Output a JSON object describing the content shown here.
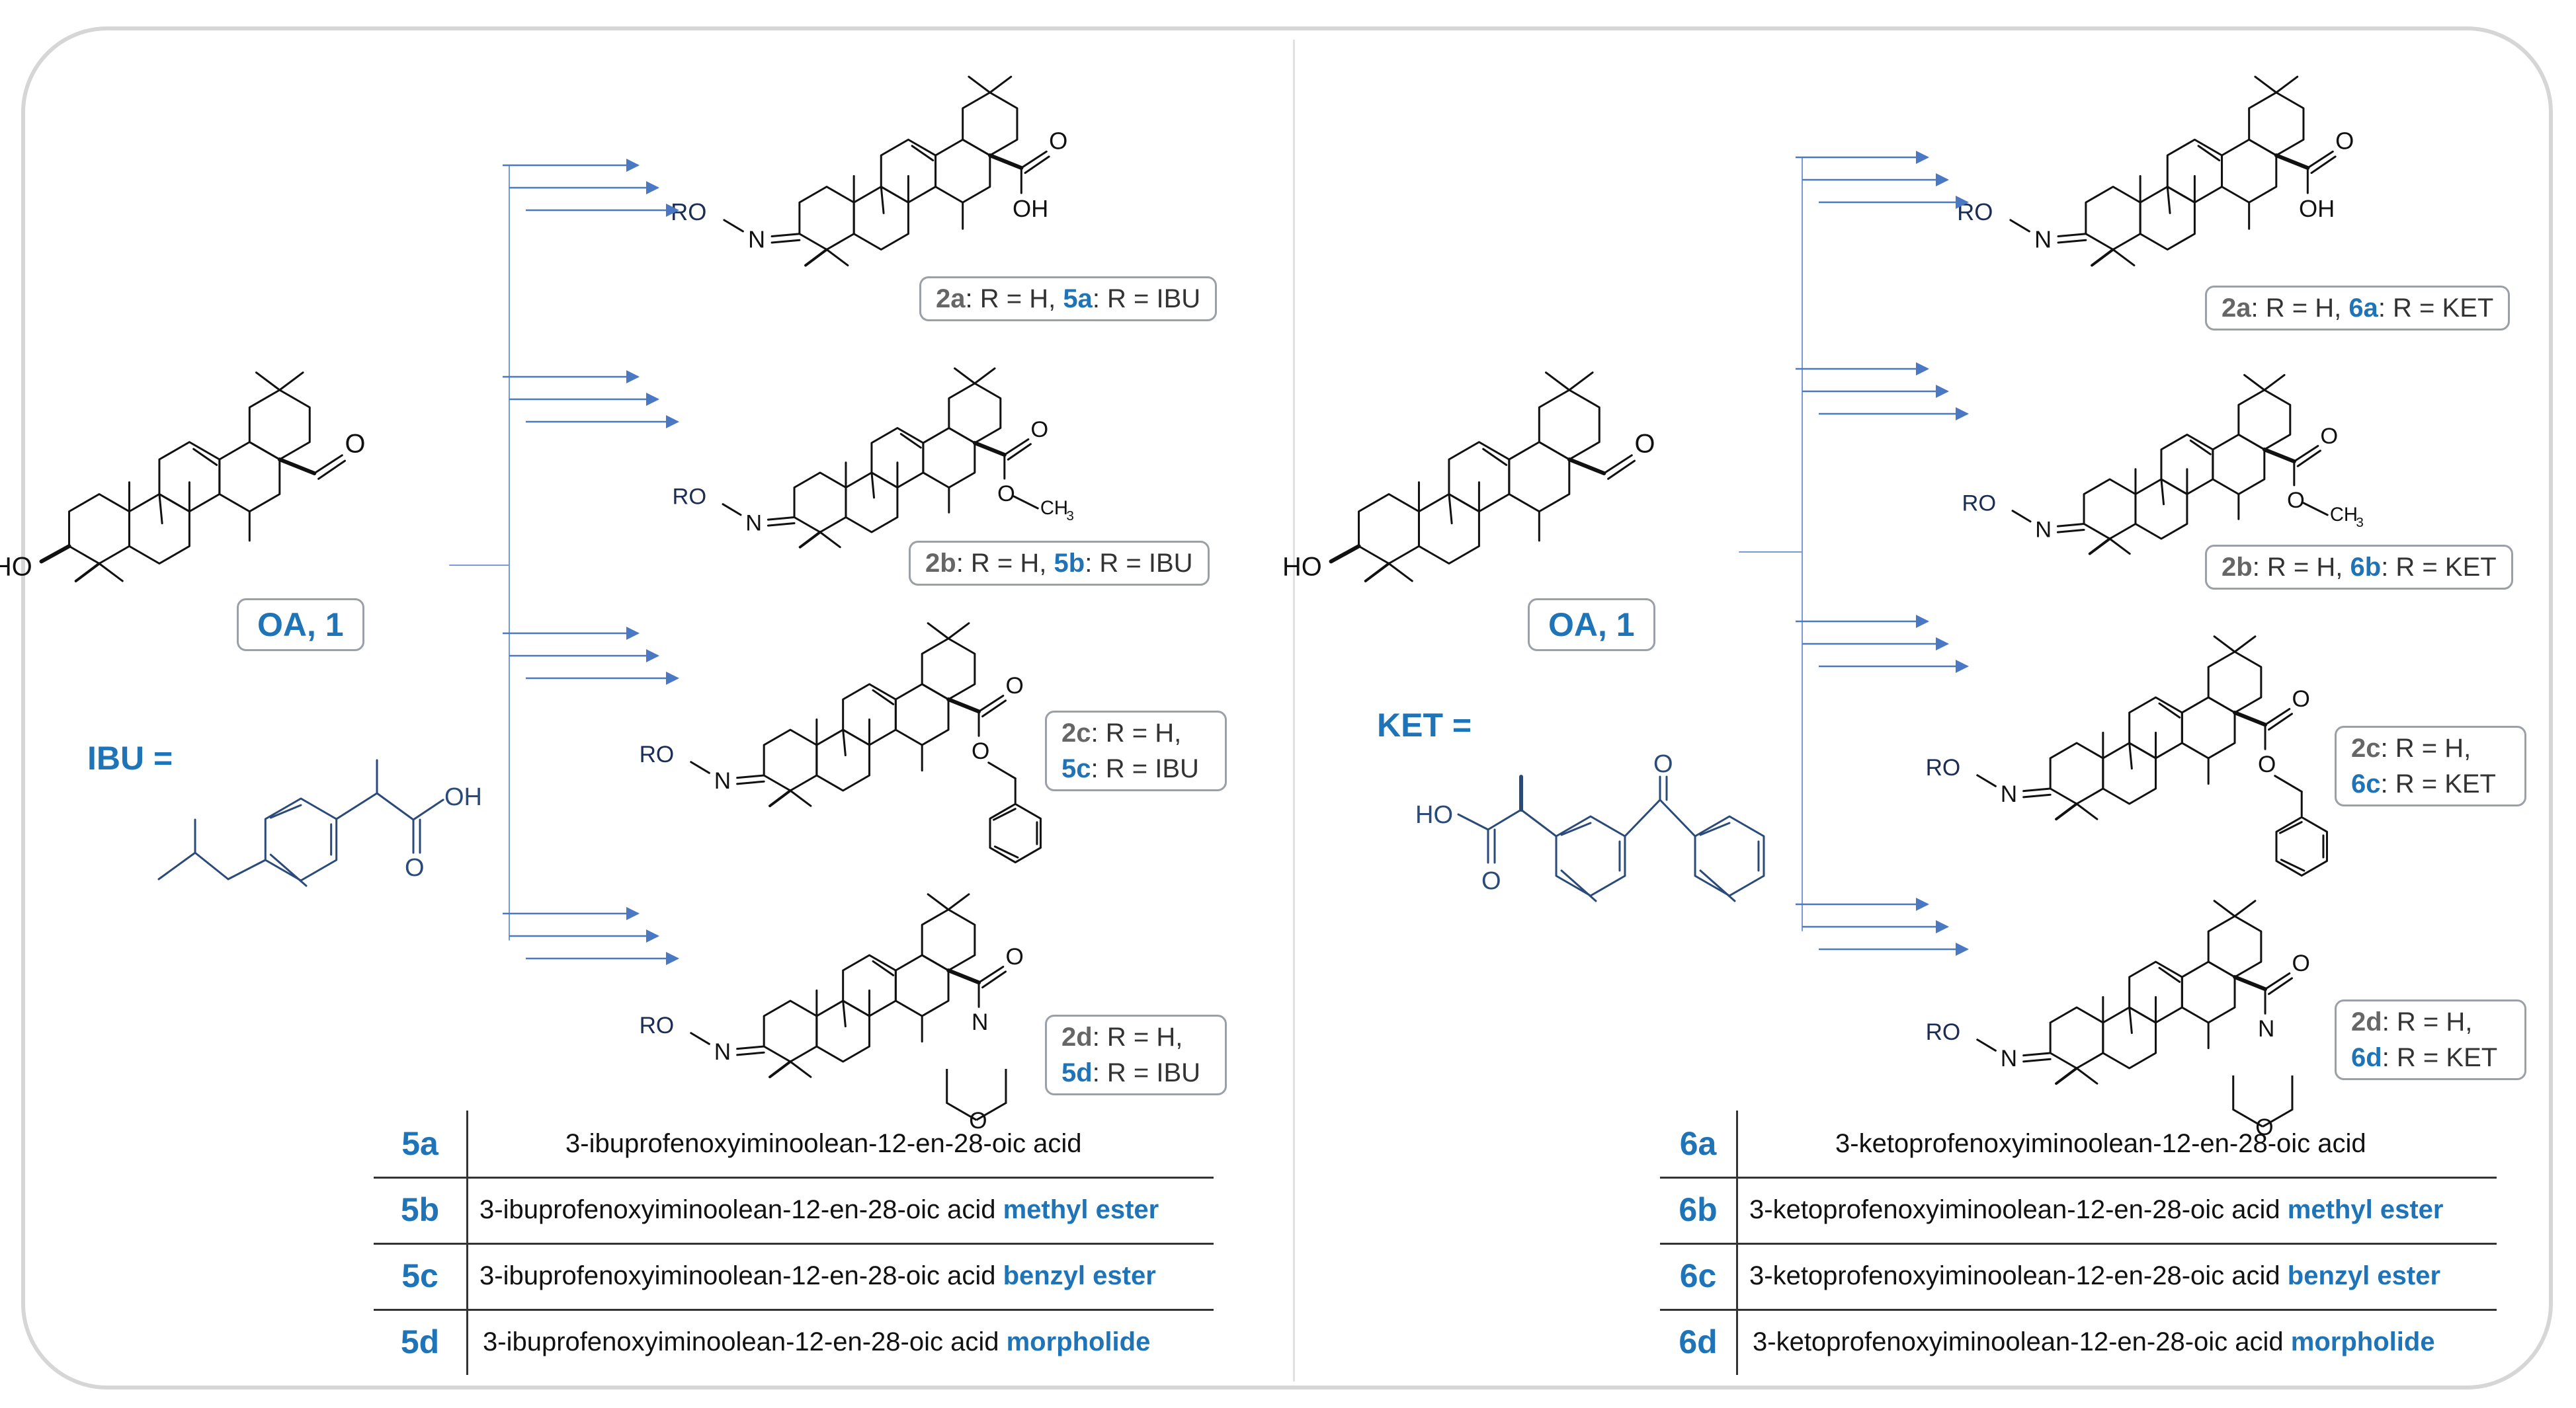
{
  "left": {
    "start_label": "OA, 1",
    "start_ho": "HO",
    "reagent_label": "IBU =",
    "products": [
      {
        "prefix": "2a",
        "rest_h": ": R = H, ",
        "code": "5a",
        "rest_r": ": R = IBU"
      },
      {
        "prefix": "2b",
        "rest_h": ": R = H, ",
        "code": "5b",
        "rest_r": ": R = IBU"
      },
      {
        "prefix": "2c",
        "rest_h": ": R = H,",
        "code": "5c",
        "rest_r": ": R = IBU"
      },
      {
        "prefix": "2d",
        "rest_h": ": R = H,",
        "code": "5d",
        "rest_r": ": R = IBU"
      }
    ],
    "table": [
      {
        "id": "5a",
        "base": "3-ibuprofenoxyiminoolean-12-en-28-oic acid",
        "suffix": ""
      },
      {
        "id": "5b",
        "base": "3-ibuprofenoxyiminoolean-12-en-28-oic acid ",
        "suffix": "methyl ester"
      },
      {
        "id": "5c",
        "base": "3-ibuprofenoxyiminoolean-12-en-28-oic acid ",
        "suffix": "benzyl ester"
      },
      {
        "id": "5d",
        "base": "3-ibuprofenoxyiminoolean-12-en-28-oic acid ",
        "suffix": "morpholide"
      }
    ]
  },
  "right": {
    "start_label": "OA, 1",
    "start_ho": "HO",
    "reagent_label": "KET =",
    "products": [
      {
        "prefix": "2a",
        "rest_h": ": R = H, ",
        "code": "6a",
        "rest_r": ": R = KET"
      },
      {
        "prefix": "2b",
        "rest_h": ": R = H, ",
        "code": "6b",
        "rest_r": ": R = KET"
      },
      {
        "prefix": "2c",
        "rest_h": ": R = H,",
        "code": "6c",
        "rest_r": ": R = KET"
      },
      {
        "prefix": "2d",
        "rest_h": ": R = H,",
        "code": "6d",
        "rest_r": ": R = KET"
      }
    ],
    "table": [
      {
        "id": "6a",
        "base": "3-ketoprofenoxyiminoolean-12-en-28-oic acid",
        "suffix": ""
      },
      {
        "id": "6b",
        "base": "3-ketoprofenoxyiminoolean-12-en-28-oic acid ",
        "suffix": "methyl ester"
      },
      {
        "id": "6c",
        "base": "3-ketoprofenoxyiminoolean-12-en-28-oic acid ",
        "suffix": "benzyl ester"
      },
      {
        "id": "6d",
        "base": "3-ketoprofenoxyiminoolean-12-en-28-oic acid ",
        "suffix": "morpholide"
      }
    ]
  },
  "atoms": {
    "ro": "RO",
    "n": "N",
    "o": "O",
    "oh": "OH",
    "ch3": "CH",
    "ch3_sub": "3",
    "ho": "HO"
  },
  "colors": {
    "accent": "#1f73b7",
    "arrow": "#4a78c2",
    "frame": "#d6d6d6"
  }
}
